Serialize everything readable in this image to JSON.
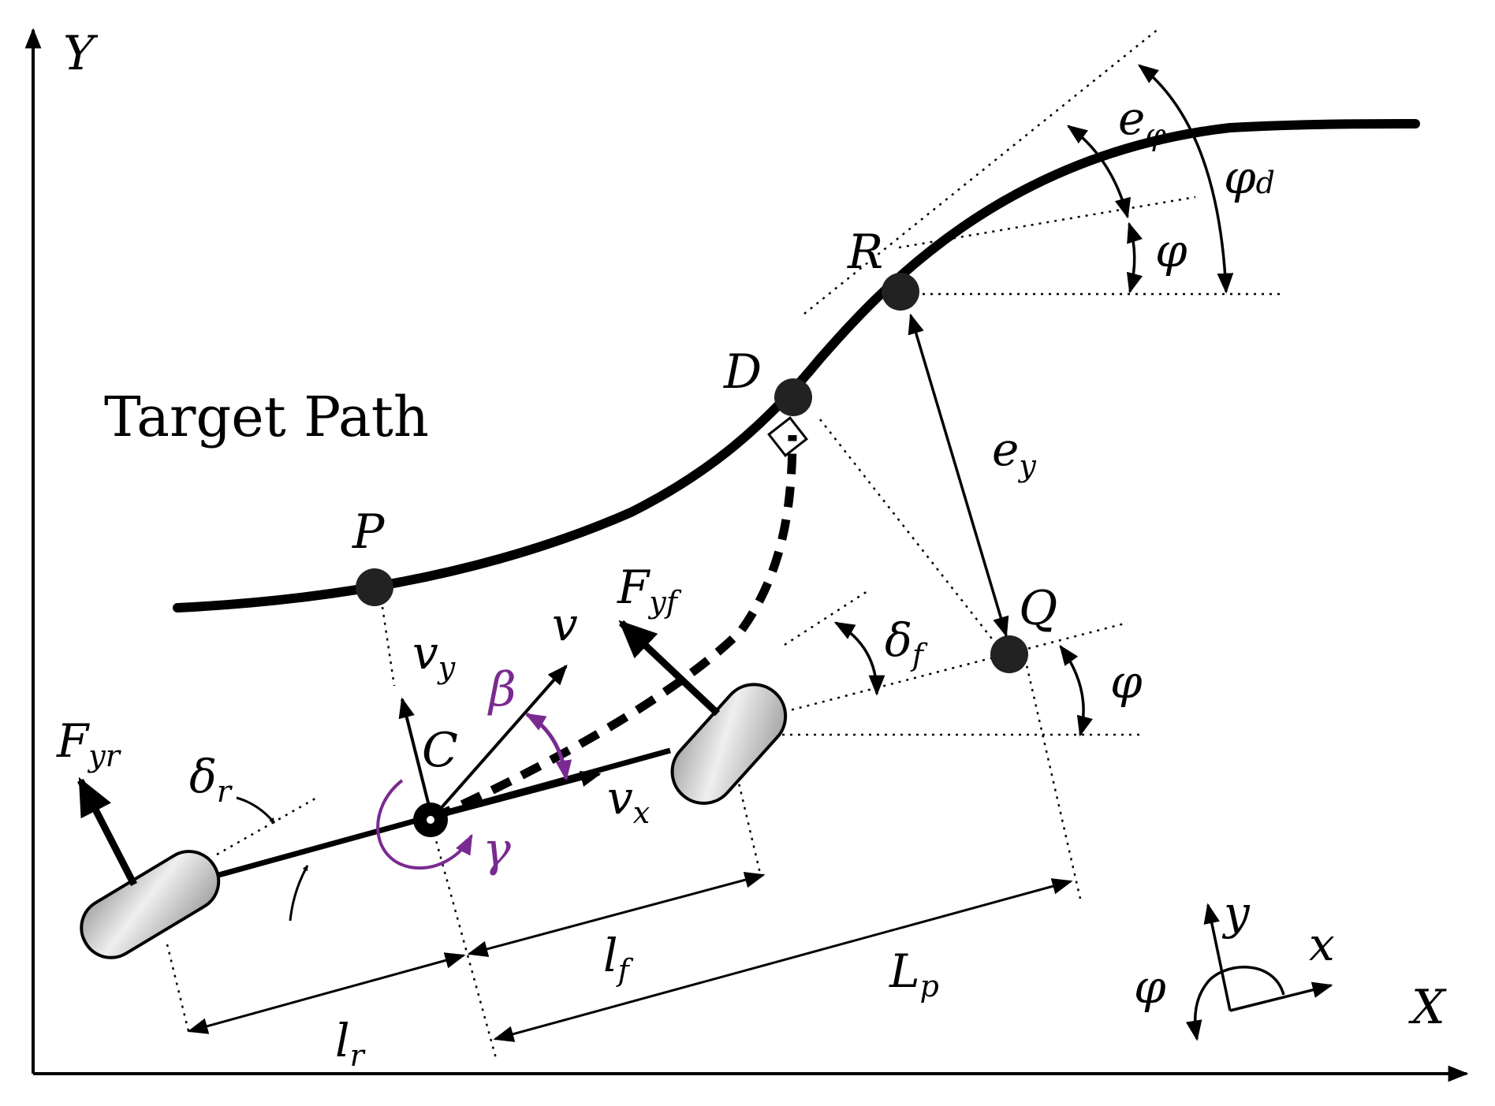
{
  "labels": {
    "axis_X": "X",
    "axis_Y": "Y",
    "target_path": "Target Path",
    "point_P": "P",
    "point_D": "D",
    "point_R": "R",
    "point_Q": "Q",
    "point_C": "C",
    "e_phi": "e",
    "e_phi_sub": "φ",
    "e_y": "e",
    "e_y_sub": "y",
    "phi_d": "φ",
    "phi_d_sub": "d",
    "phi_at_R": "φ",
    "phi_at_Q": "φ",
    "delta_f": "δ",
    "delta_f_sub": "f",
    "delta_r": "δ",
    "delta_r_sub": "r",
    "F_yf": "F",
    "F_yf_sub": "yf",
    "F_yr": "F",
    "F_yr_sub": "yr",
    "v": "v",
    "v_y": "v",
    "v_y_sub": "y",
    "v_x": "v",
    "v_x_sub": "x",
    "beta": "β",
    "gamma": "γ",
    "l_r": "l",
    "l_r_sub": "r",
    "l_f": "l",
    "l_f_sub": "f",
    "L_p": "L",
    "L_p_sub": "p",
    "local_x": "x",
    "local_y": "y",
    "local_phi": "φ"
  },
  "colors": {
    "ink": "#000000",
    "accent": "#7a2a90",
    "wheel_fill": "#c8c8c8"
  }
}
